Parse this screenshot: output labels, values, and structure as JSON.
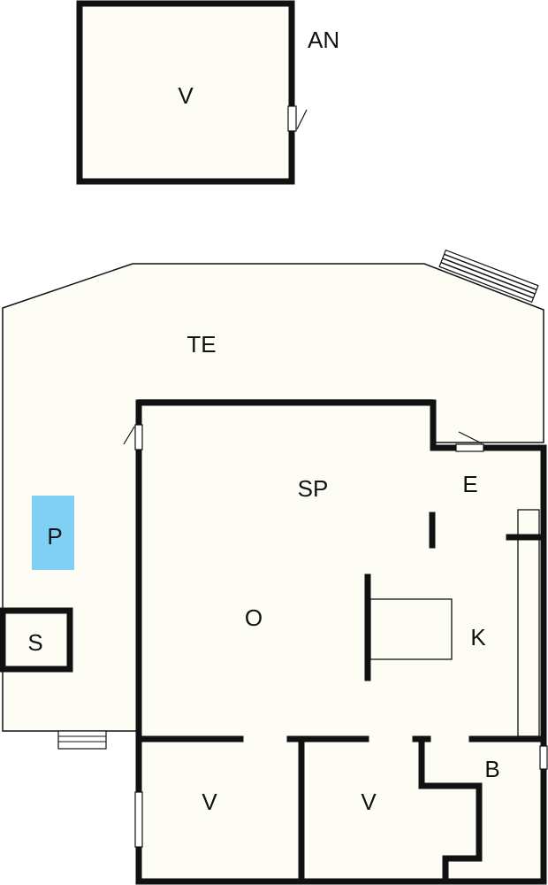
{
  "colors": {
    "floor": "#fdfdf6",
    "wall": "#111111",
    "pool": "#7fd0f2",
    "background": "#ffffff"
  },
  "labels": {
    "an": "AN",
    "annex_v": "V",
    "te": "TE",
    "sp": "SP",
    "e": "E",
    "p": "P",
    "o": "O",
    "k": "K",
    "s": "S",
    "v1": "V",
    "v2": "V",
    "b": "B"
  }
}
